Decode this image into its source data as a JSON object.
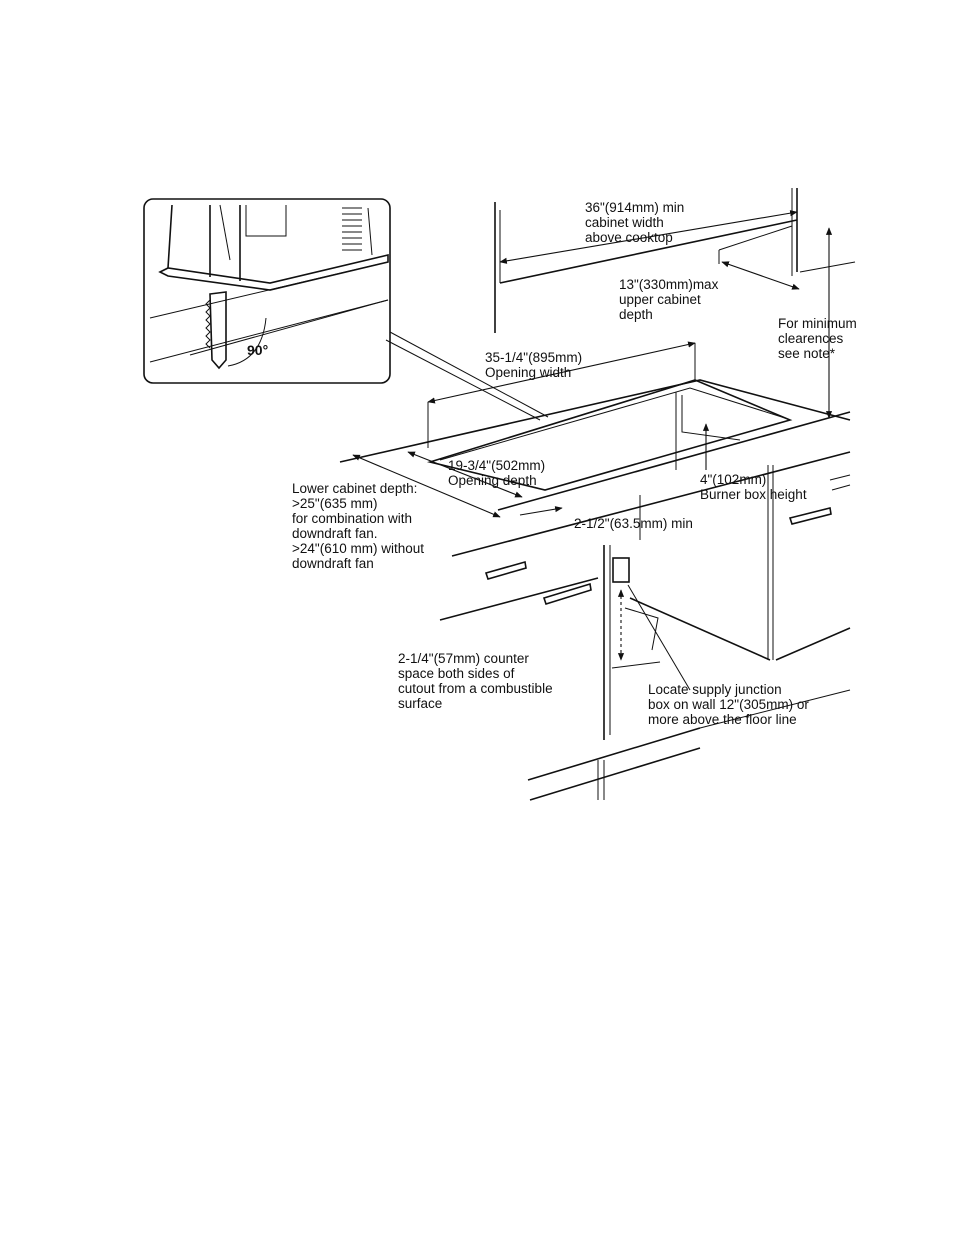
{
  "labels": {
    "cabinet_width": "36\"(914mm) min\ncabinet width\nabove cooktop",
    "upper_cabinet_depth": "13\"(330mm)max\nupper cabinet\ndepth",
    "min_clearances": "For minimum\nclearences\nsee note*",
    "opening_width": "35-1/4\"(895mm)\nOpening width",
    "opening_depth": "19-3/4\"(502mm)\nOpening depth",
    "burner_box": "4\"(102mm)\nBurner box height",
    "lower_cabinet_depth": "Lower cabinet depth:\n>25\"(635 mm)\nfor combination with\ndowndraft fan.\n>24\"(610 mm) without\ndowndraft fan",
    "front_margin": "2-1/2\"(63.5mm) min",
    "counter_space": "2-1/4\"(57mm) counter\nspace both sides of\ncutout from a combustible\nsurface",
    "junction_box": "Locate supply junction\nbox on wall 12\"(305mm) or\nmore above the floor line",
    "angle": "90°"
  }
}
